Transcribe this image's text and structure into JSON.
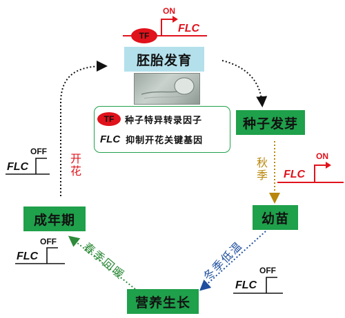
{
  "stages": {
    "embryo": "胚胎发育",
    "germination": "种子发芽",
    "seedling": "幼苗",
    "vegetative": "营养生长",
    "adult": "成年期"
  },
  "transitions": {
    "autumn": "秋季",
    "winter_cold": "冬季低温",
    "spring_warm": "春季回暖",
    "flowering": "开花"
  },
  "gene": {
    "name": "FLC",
    "tf": "TF",
    "on": "ON",
    "off": "OFF"
  },
  "legend": {
    "tf_desc": "种子特异转录因子",
    "flc_desc": "抑制开花关键基因"
  },
  "colors": {
    "red": "#e0121b",
    "green": "#1fa04b",
    "embryo_box": "#b3e0eb",
    "autumn": "#b8860b",
    "winter": "#1f4f9e",
    "spring": "#2e8b3a"
  },
  "icons": {
    "embryo_photo": "embryo-micrograph",
    "gene_on": "gene-on-arrow-icon",
    "gene_off": "gene-off-arrow-icon"
  }
}
